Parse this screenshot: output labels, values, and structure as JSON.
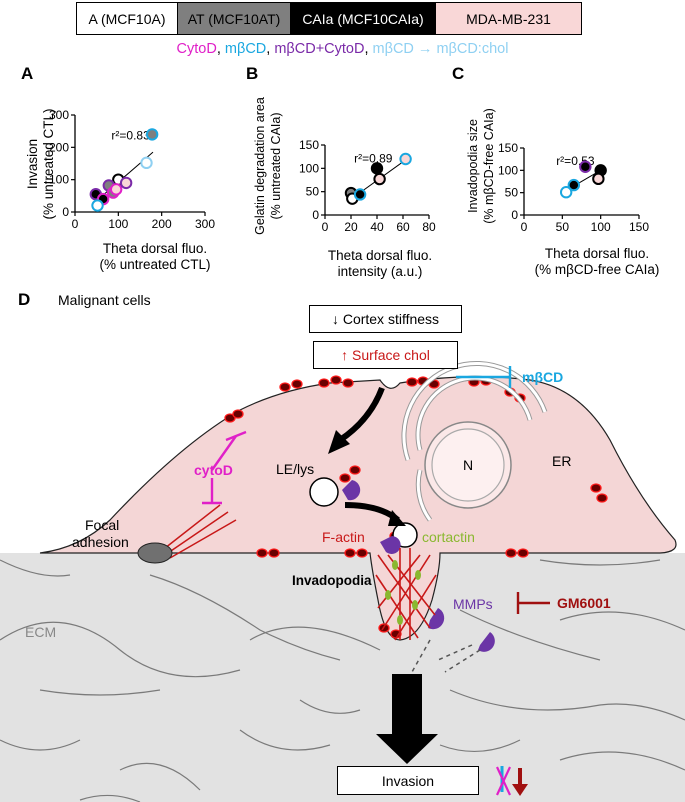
{
  "legend_boxes": [
    {
      "label": "A (MCF10A)",
      "color": "#ffffff",
      "text_color": "#000000"
    },
    {
      "label": "AT (MCF10AT)",
      "color": "#7f7f7f",
      "text_color": "#000000"
    },
    {
      "label": "CAIa (MCF10CAIa)",
      "color": "#000000",
      "text_color": "#ffffff"
    },
    {
      "label": "MDA-MB-231",
      "color": "#f9d7d7",
      "text_color": "#000000"
    }
  ],
  "treatment_legend": {
    "cytod": {
      "label": "CytoD",
      "color": "#e020c8"
    },
    "mbcd": {
      "label": "mβCD",
      "color": "#1aa7e0"
    },
    "mbcd_cytod": {
      "label": "mβCD+CytoD",
      "color": "#7a2aa8"
    },
    "mbcd_chol": {
      "label": "mβCD → mβCD:chol",
      "color": "#8fd0f2"
    },
    "separator": ", "
  },
  "panels": {
    "A": {
      "letter": "A",
      "ylabel_1": "Invasion",
      "ylabel_2": "(% untreated CTL)",
      "xlabel_1": "Theta dorsal fluo.",
      "xlabel_2": "(% untreated CTL)",
      "r2": "r²=0.83"
    },
    "B": {
      "letter": "B",
      "ylabel_1": "Gelatin degradation area",
      "ylabel_2": "(% untreated CAIa)",
      "xlabel_1": "Theta dorsal fluo.",
      "xlabel_2": "intensity (a.u.)",
      "r2": "r²=0.89"
    },
    "C": {
      "letter": "C",
      "ylabel_1": "Invadopodia size",
      "ylabel_2": "(% mβCD-free CAIa)",
      "xlabel_1": "Theta dorsal fluo.",
      "xlabel_2": "(% mβCD-free CAIa)",
      "r2": "r²=0.53"
    }
  },
  "chart_data": [
    {
      "type": "scatter",
      "title": "A",
      "xlabel": "Theta dorsal fluo. (% untreated CTL)",
      "ylabel": "Invasion (% untreated CTL)",
      "xlim": [
        0,
        300
      ],
      "ylim": [
        0,
        300
      ],
      "xticks": [
        "0",
        "100",
        "200",
        "300"
      ],
      "yticks": [
        "0",
        "100",
        "200",
        "300"
      ],
      "r2": "r²=0.83",
      "fit": {
        "x": [
          50,
          180
        ],
        "y": [
          35,
          185
        ]
      },
      "points": [
        {
          "x": 100,
          "y": 100,
          "fill": "#ffffff",
          "stroke": "#000000"
        },
        {
          "x": 48,
          "y": 55,
          "fill": "#000000",
          "stroke": "#7a2aa8"
        },
        {
          "x": 65,
          "y": 40,
          "fill": "#000000",
          "stroke": "#e020c8"
        },
        {
          "x": 78,
          "y": 82,
          "fill": "#7f7f7f",
          "stroke": "#7a2aa8"
        },
        {
          "x": 88,
          "y": 60,
          "fill": "#7f7f7f",
          "stroke": "#e020c8"
        },
        {
          "x": 95,
          "y": 70,
          "fill": "#f9d7d7",
          "stroke": "#e020c8"
        },
        {
          "x": 118,
          "y": 90,
          "fill": "#f9d7d7",
          "stroke": "#7a2aa8"
        },
        {
          "x": 52,
          "y": 20,
          "fill": "#ffffff",
          "stroke": "#1aa7e0"
        },
        {
          "x": 165,
          "y": 152,
          "fill": "#ffffff",
          "stroke": "#8fd0f2"
        },
        {
          "x": 178,
          "y": 240,
          "fill": "#7f7f7f",
          "stroke": "#1aa7e0"
        }
      ]
    },
    {
      "type": "scatter",
      "title": "B",
      "xlabel": "Theta dorsal fluo. intensity (a.u.)",
      "ylabel": "Gelatin degradation area (% untreated CAIa)",
      "xlim": [
        0,
        80
      ],
      "ylim": [
        0,
        150
      ],
      "xticks": [
        "0",
        "20",
        "40",
        "60",
        "80"
      ],
      "yticks": [
        "0",
        "50",
        "100",
        "150"
      ],
      "r2": "r²=0.89",
      "fit": {
        "x": [
          18,
          64
        ],
        "y": [
          30,
          122
        ]
      },
      "points": [
        {
          "x": 20,
          "y": 47,
          "fill": "#7f7f7f",
          "stroke": "#000000"
        },
        {
          "x": 21,
          "y": 35,
          "fill": "#ffffff",
          "stroke": "#000000"
        },
        {
          "x": 27,
          "y": 44,
          "fill": "#000000",
          "stroke": "#1aa7e0"
        },
        {
          "x": 40,
          "y": 100,
          "fill": "#000000",
          "stroke": "#000000"
        },
        {
          "x": 42,
          "y": 77,
          "fill": "#f9d7d7",
          "stroke": "#000000"
        },
        {
          "x": 62,
          "y": 120,
          "fill": "#f9d7d7",
          "stroke": "#1aa7e0"
        }
      ]
    },
    {
      "type": "scatter",
      "title": "C",
      "xlabel": "Theta dorsal fluo. (% mβCD-free CAIa)",
      "ylabel": "Invadopodia size (% mβCD-free CAIa)",
      "xlim": [
        0,
        150
      ],
      "ylim": [
        0,
        150
      ],
      "xticks": [
        "0",
        "50",
        "100",
        "150"
      ],
      "yticks": [
        "0",
        "50",
        "100",
        "150"
      ],
      "r2": "r²=0.53",
      "fit": {
        "x": [
          55,
          100
        ],
        "y": [
          55,
          100
        ]
      },
      "points": [
        {
          "x": 55,
          "y": 51,
          "fill": "#ffffff",
          "stroke": "#1aa7e0"
        },
        {
          "x": 65,
          "y": 67,
          "fill": "#000000",
          "stroke": "#1aa7e0"
        },
        {
          "x": 80,
          "y": 108,
          "fill": "#000000",
          "stroke": "#7a2aa8"
        },
        {
          "x": 100,
          "y": 100,
          "fill": "#000000",
          "stroke": "#000000"
        },
        {
          "x": 97,
          "y": 81,
          "fill": "#f9d7d7",
          "stroke": "#000000"
        }
      ]
    }
  ],
  "panel_d": {
    "letter": "D",
    "title": "Malignant cells",
    "cortex_box": "↓ Cortex stiffness",
    "chol_box": "↑ Surface chol",
    "mbcd": "mβCD",
    "cytod": "cytoD",
    "le_lys": "LE/lys",
    "nucleus": "N",
    "er": "ER",
    "f_actin": "F-actin",
    "cortactin": "cortactin",
    "focal_1": "Focal",
    "focal_2": "adhesion",
    "invadopodia": "Invadopodia",
    "mmps": "MMPs",
    "gm6001": "GM6001",
    "ecm": "ECM",
    "invasion": "Invasion",
    "colors": {
      "cell": "#f4d6d6",
      "ecm": "#e2e2e2",
      "actin": "#c81818",
      "mmp": "#6b35a6",
      "inhibitor": "#a01010",
      "cortactin": "#8ab830"
    }
  }
}
